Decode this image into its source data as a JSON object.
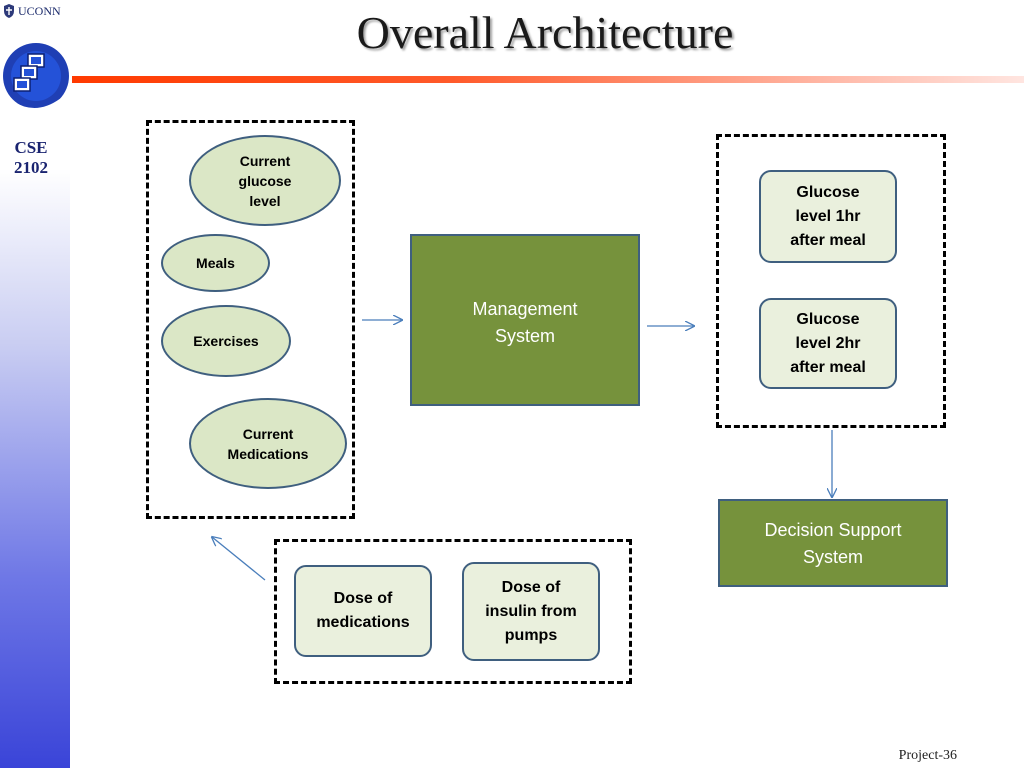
{
  "header": {
    "institution": "UCONN",
    "course": "CSE\n2102",
    "title": "Overall Architecture"
  },
  "diagram": {
    "inputs": {
      "current_glucose": "Current glucose level",
      "meals": "Meals",
      "exercises": "Exercises",
      "current_medications": "Current Medications"
    },
    "management_system": "Management System",
    "outputs": {
      "glucose_1hr": "Glucose level 1hr after meal",
      "glucose_2hr": "Glucose level 2hr after meal"
    },
    "decision_support": "Decision Support System",
    "feedback": {
      "dose_medications": "Dose of medications",
      "dose_insulin": "Dose of insulin from pumps"
    }
  },
  "colors": {
    "accent_bar": "#ff3a00",
    "node_green": "#76923c",
    "ellipse_fill": "#dbe7c6",
    "border_blue": "#3f5f7f",
    "arrow": "#4a7ebb"
  },
  "footer": {
    "page": "Project-36"
  }
}
